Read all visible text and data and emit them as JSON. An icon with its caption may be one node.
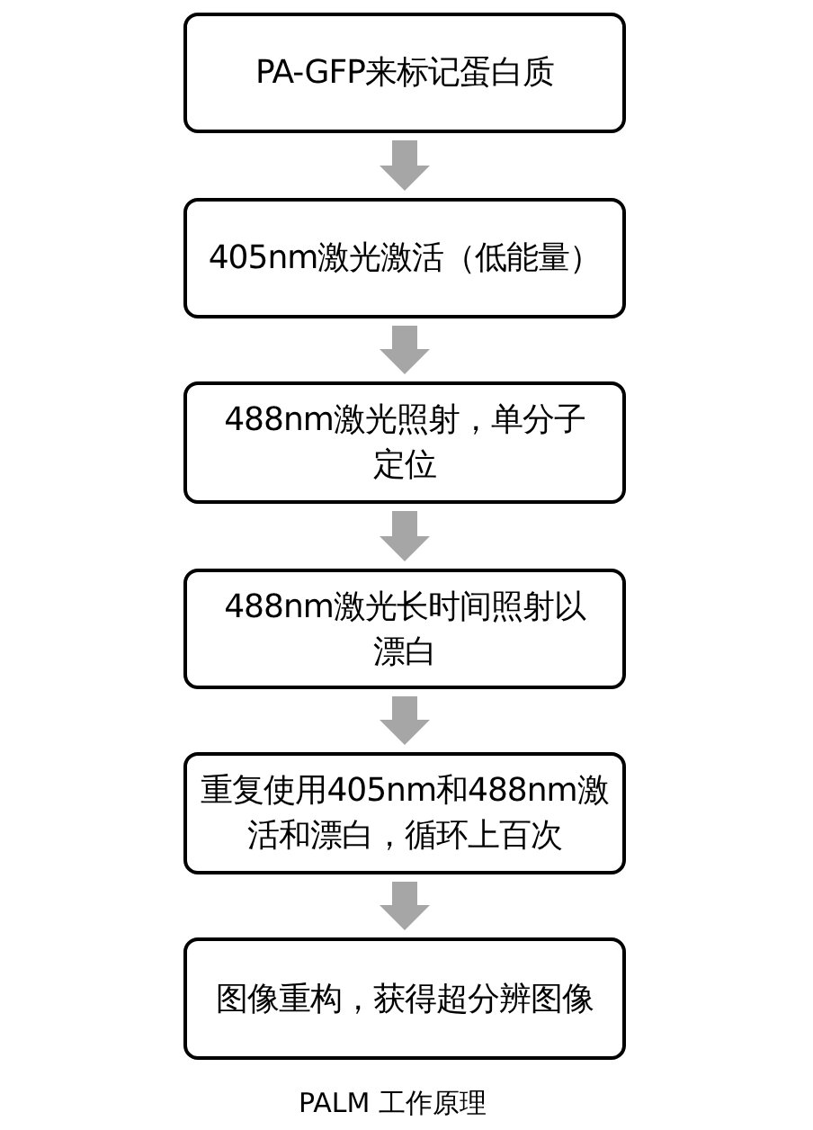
{
  "diagram": {
    "caption": "PALM 工作原理",
    "nodes": [
      {
        "text": [
          "PA-GFP来标记蛋白质"
        ]
      },
      {
        "text": [
          "405nm激光激活（低能量）"
        ]
      },
      {
        "text": [
          "488nm激光照射，单分子定位"
        ]
      },
      {
        "text": [
          "488nm激光长时间照射以漂白"
        ]
      },
      {
        "text": [
          "重复使用405nm和488nm激活和漂白，循环上百次"
        ]
      },
      {
        "text": [
          "图像重构，获得超分辨图像"
        ]
      }
    ],
    "edges": [
      {
        "from": 0,
        "to": 1,
        "arrow": "to"
      },
      {
        "from": 1,
        "to": 2,
        "arrow": "to"
      },
      {
        "from": 2,
        "to": 3,
        "arrow": "to"
      },
      {
        "from": 3,
        "to": 4,
        "arrow": "to"
      },
      {
        "from": 4,
        "to": 5,
        "arrow": "to"
      }
    ]
  }
}
